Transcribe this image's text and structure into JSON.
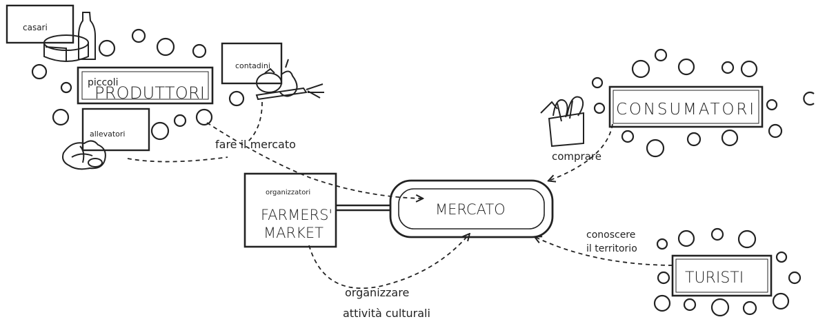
{
  "nodes": {
    "produttori": {
      "small": "piccoli",
      "big": "PRODUTTORI"
    },
    "casari": "casari",
    "contadini": "contadini",
    "allevatori": "allevatori",
    "farmers": {
      "small": "organizzatori",
      "line1": "FARMERS'",
      "line2": "MARKET"
    },
    "mercato": "MERCATO",
    "consumatori": "CONSUMATORI",
    "turisti": "TURISTI"
  },
  "edges": {
    "fare_mercato": "fare il mercato",
    "comprare": "comprare",
    "conoscere1": "conoscere",
    "conoscere2": "il territorio",
    "organizzare1": "organizzare",
    "organizzare2": "attività culturali"
  },
  "colors": {
    "ink": "#222222",
    "background": "#ffffff"
  }
}
